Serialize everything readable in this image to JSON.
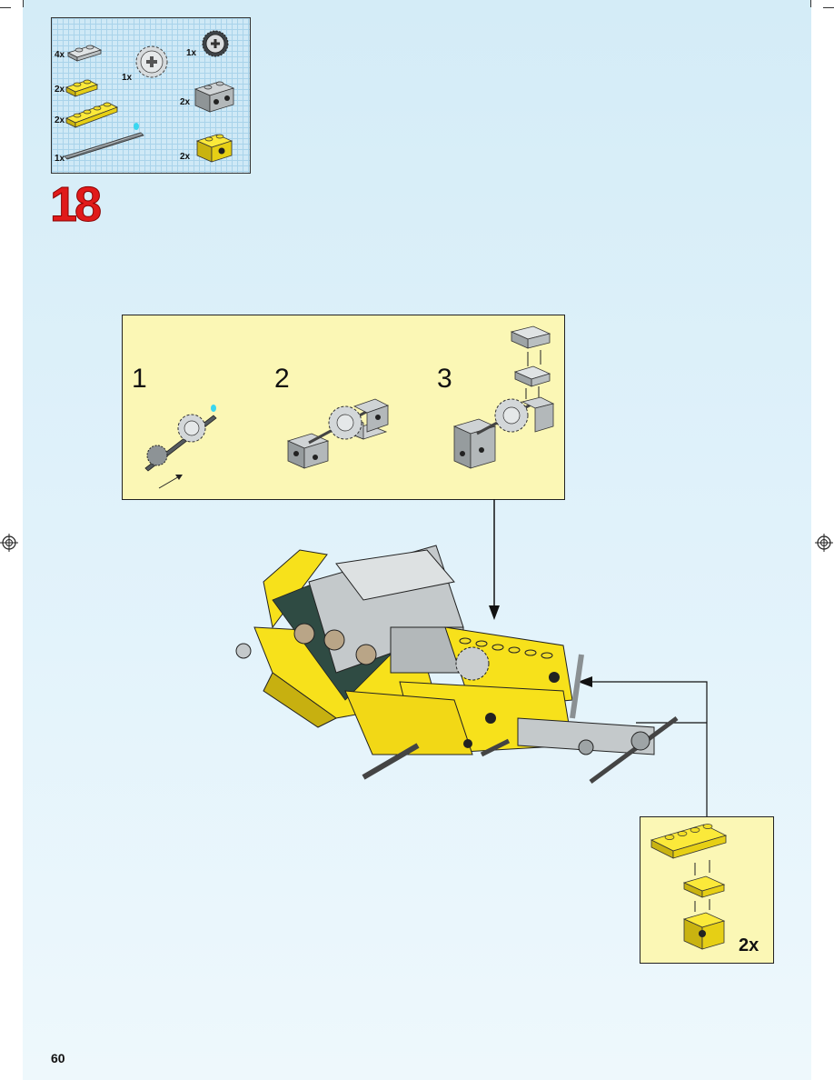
{
  "parts_list": {
    "quantities": [
      "4x",
      "2x",
      "2x",
      "1x",
      "1x",
      "1x",
      "2x",
      "2x"
    ]
  },
  "step": {
    "number": "18"
  },
  "subassembly": {
    "steps": [
      "1",
      "2",
      "3"
    ]
  },
  "callout": {
    "count": "2x"
  },
  "page": {
    "number": "60"
  },
  "colors": {
    "background": "#dff1fa",
    "panel": "#fbf7b5",
    "step_number": "#e01a1a",
    "lego_yellow": "#f7e11b",
    "lego_gray": "#bfc4c6"
  }
}
